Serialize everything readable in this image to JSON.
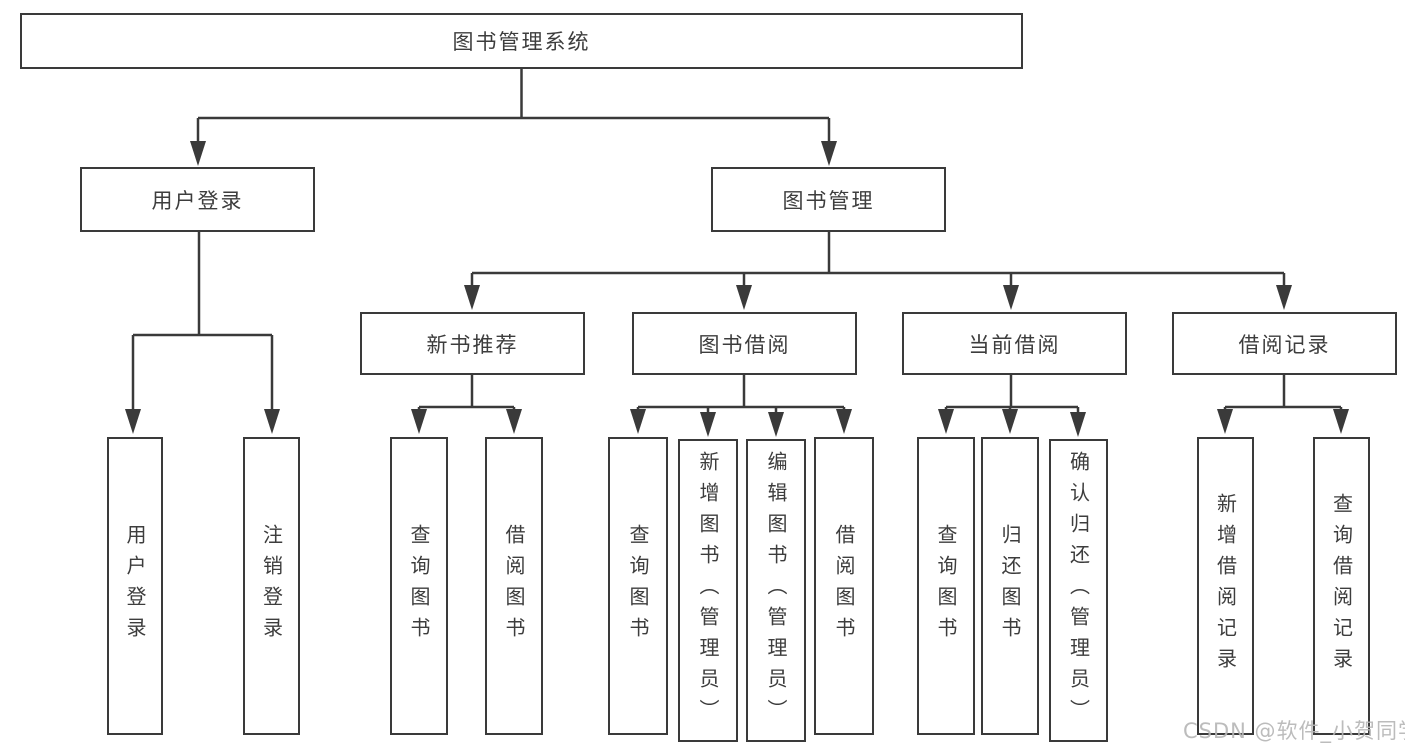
{
  "tree": {
    "label": "图书管理系统",
    "children": [
      {
        "label": "用户登录",
        "children": [
          {
            "label": "用户登录"
          },
          {
            "label": "注销登录"
          }
        ]
      },
      {
        "label": "图书管理",
        "children": [
          {
            "label": "新书推荐",
            "children": [
              {
                "label": "查询图书"
              },
              {
                "label": "借阅图书"
              }
            ]
          },
          {
            "label": "图书借阅",
            "children": [
              {
                "label": "查询图书"
              },
              {
                "label": "新增图书（管理员）"
              },
              {
                "label": "编辑图书（管理员）"
              },
              {
                "label": "借阅图书"
              }
            ]
          },
          {
            "label": "当前借阅",
            "children": [
              {
                "label": "查询图书"
              },
              {
                "label": "归还图书"
              },
              {
                "label": "确认归还（管理员）"
              }
            ]
          },
          {
            "label": "借阅记录",
            "children": [
              {
                "label": "新增借阅记录"
              },
              {
                "label": "查询借阅记录"
              }
            ]
          }
        ]
      }
    ]
  },
  "watermark": {
    "text": "CSDN @软件_小贺同学"
  },
  "colors": {
    "line": "#3a3a3a",
    "text": "#3d3d3d",
    "background": "#ffffff",
    "watermark": "#b6b6b6"
  }
}
